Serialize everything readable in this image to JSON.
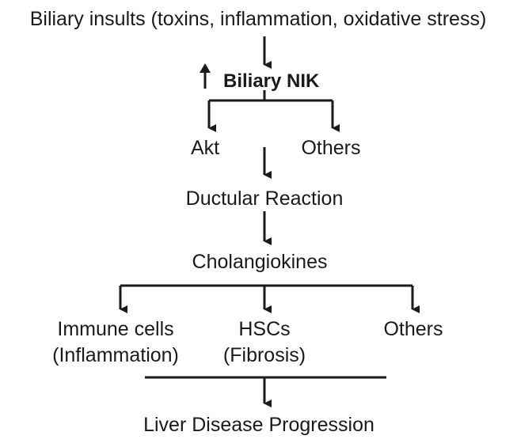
{
  "diagram": {
    "insults": "Biliary insults (toxins, inflammation, oxidative stress)",
    "nik": "Biliary NIK",
    "akt": "Akt",
    "others_top": "Others",
    "ductular": "Ductular Reaction",
    "cholangiokines": "Cholangiokines",
    "immune_line1": "Immune cells",
    "immune_line2": "(Inflammation)",
    "hscs_line1": "HSCs",
    "hscs_line2": "(Fibrosis)",
    "others_bottom": "Others",
    "progression": "Liver Disease Progression"
  }
}
